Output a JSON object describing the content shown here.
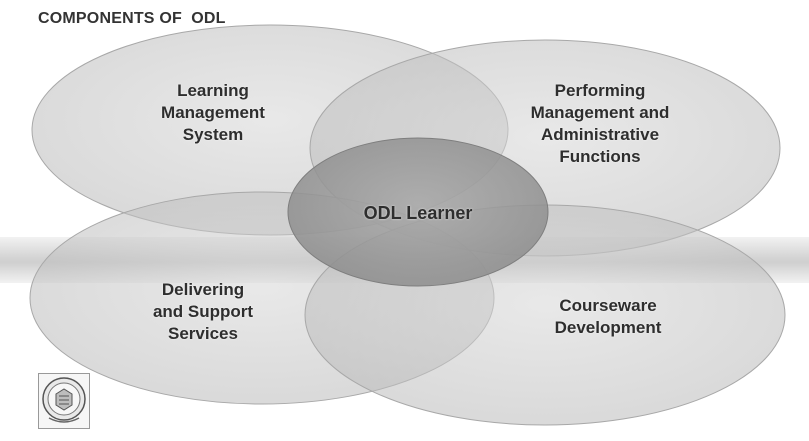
{
  "title": "COMPONENTS OF  ODL",
  "diagram": {
    "center": {
      "label_lines": [
        "ODL Learner"
      ]
    },
    "petals": [
      {
        "id": "top-left",
        "label_lines": [
          "Learning",
          "Management",
          "System"
        ]
      },
      {
        "id": "top-right",
        "label_lines": [
          "Performing",
          "Management and",
          "Administrative",
          "Functions"
        ]
      },
      {
        "id": "bottom-left",
        "label_lines": [
          "Delivering",
          "and Support",
          "Services"
        ]
      },
      {
        "id": "bottom-right",
        "label_lines": [
          "Courseware",
          "Development"
        ]
      }
    ],
    "colors": {
      "petal_fill": "#c9c9c9",
      "petal_stroke": "#a0a0a0",
      "center_fill": "#9a9a9a",
      "text": "#2e2e2e"
    }
  },
  "logo": {
    "icon": "university-seal-icon"
  }
}
